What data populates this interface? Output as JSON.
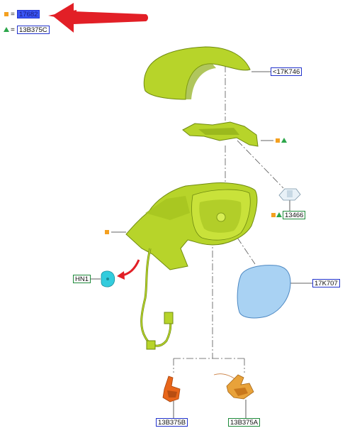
{
  "legend": {
    "square_ref": "17682",
    "triangle_ref": "13B375C",
    "square_color": "#f4a020",
    "triangle_color": "#2ca64a"
  },
  "callouts": {
    "cover": "<17K746",
    "glass": "17K707",
    "bulb": "13466",
    "clip": "HN1",
    "lamp_left": "13B375B",
    "lamp_right": "13B375A"
  },
  "colors": {
    "part_fill": "#b7d42a",
    "part_stroke": "#6f8a10",
    "glass_fill": "#a9d2f3",
    "arrow_red": "#e21f26",
    "clip_cyan": "#33ccdd",
    "lamp_orange": "#e8661a"
  }
}
